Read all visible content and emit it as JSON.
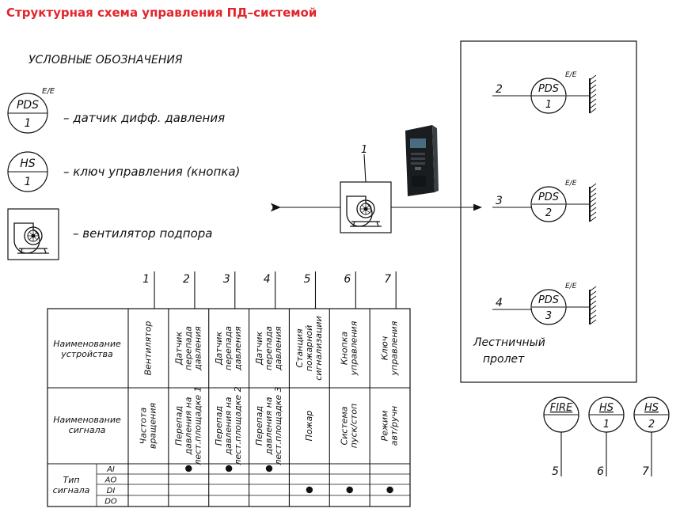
{
  "title": "Структурная схема управления ПД–системой",
  "legend": {
    "heading": "УСЛОВНЫЕ ОБОЗНАЧЕНИЯ",
    "items": [
      {
        "tag": "PDS",
        "num": "1",
        "sup": "E/E",
        "text": "– датчик дифф. давления"
      },
      {
        "tag": "HS",
        "num": "1",
        "sup": "",
        "text": "– ключ управления (кнопка)"
      },
      {
        "tag": "",
        "num": "",
        "sup": "",
        "text": "– вентилятор подпора"
      }
    ]
  },
  "diagram": {
    "fan_label": "1",
    "staircase_label": [
      "Лестничный",
      "пролет"
    ],
    "sensors": [
      {
        "line": "2",
        "tag": "PDS",
        "num": "1",
        "sup": "E/E"
      },
      {
        "line": "3",
        "tag": "PDS",
        "num": "2",
        "sup": "E/E"
      },
      {
        "line": "4",
        "tag": "PDS",
        "num": "3",
        "sup": "E/E"
      }
    ],
    "controls": [
      {
        "tag": "FIRE",
        "num": "",
        "line": "5"
      },
      {
        "tag": "HS",
        "num": "1",
        "line": "6"
      },
      {
        "tag": "HS",
        "num": "2",
        "line": "7"
      }
    ]
  },
  "table": {
    "column_numbers": [
      "1",
      "2",
      "3",
      "4",
      "5",
      "6",
      "7"
    ],
    "row_headers": {
      "device": [
        "Наименование",
        "устройства"
      ],
      "signal": [
        "Наименование",
        "сигнала"
      ],
      "type": [
        "Тип",
        "сигнала"
      ]
    },
    "devices": [
      [
        "Вентилятор"
      ],
      [
        "Датчик",
        "перепада",
        "давления"
      ],
      [
        "Датчик",
        "перепада",
        "давления"
      ],
      [
        "Датчик",
        "перепада",
        "давления"
      ],
      [
        "Станция",
        "пожарной",
        "сигнализации"
      ],
      [
        "Кнопка",
        "управления"
      ],
      [
        "Ключ",
        "управления"
      ]
    ],
    "signals": [
      [
        "Частота",
        "вращения"
      ],
      [
        "Перепад",
        "давления на",
        "лест.площадке 1"
      ],
      [
        "Перепад",
        "давления на",
        "лест.площадке 2"
      ],
      [
        "Перепад",
        "давления на",
        "лест.площадке 3"
      ],
      [
        "Пожар"
      ],
      [
        "Система",
        "пуск/стоп"
      ],
      [
        "Режим",
        "авт/ручн"
      ]
    ],
    "signal_types": [
      "AI",
      "AO",
      "DI",
      "DO"
    ],
    "marks": {
      "AI": [
        false,
        true,
        true,
        true,
        false,
        false,
        false
      ],
      "AO": [
        false,
        false,
        false,
        false,
        false,
        false,
        false
      ],
      "DI": [
        false,
        false,
        false,
        false,
        true,
        true,
        true
      ],
      "DO": [
        false,
        false,
        false,
        false,
        false,
        false,
        false
      ]
    }
  }
}
